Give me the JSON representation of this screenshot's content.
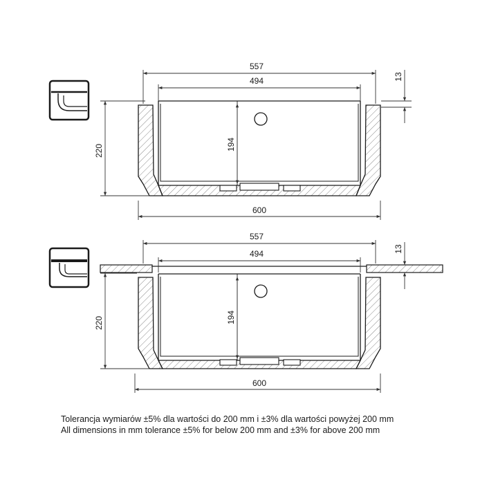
{
  "views": [
    {
      "id": "top",
      "dims": {
        "overall_top": "557",
        "inner_top": "494",
        "flange": "13",
        "height": "220",
        "bowl_depth": "194",
        "overall_bottom": "600"
      }
    },
    {
      "id": "bottom",
      "dims": {
        "overall_top": "557",
        "inner_top": "494",
        "flange": "13",
        "height": "220",
        "bowl_depth": "194",
        "overall_bottom": "600"
      }
    }
  ],
  "notes": {
    "pl": "Tolerancja wymiarów ±5% dla wartości do 200 mm i ±3% dla wartości powyżej 200 mm",
    "en": "All dimensions in mm tolerance ±5% for below 200 mm and ±3% for above 200 mm"
  },
  "colors": {
    "line": "#1a1a1a",
    "hatch": "#6b6b6b",
    "dim": "#333333"
  }
}
